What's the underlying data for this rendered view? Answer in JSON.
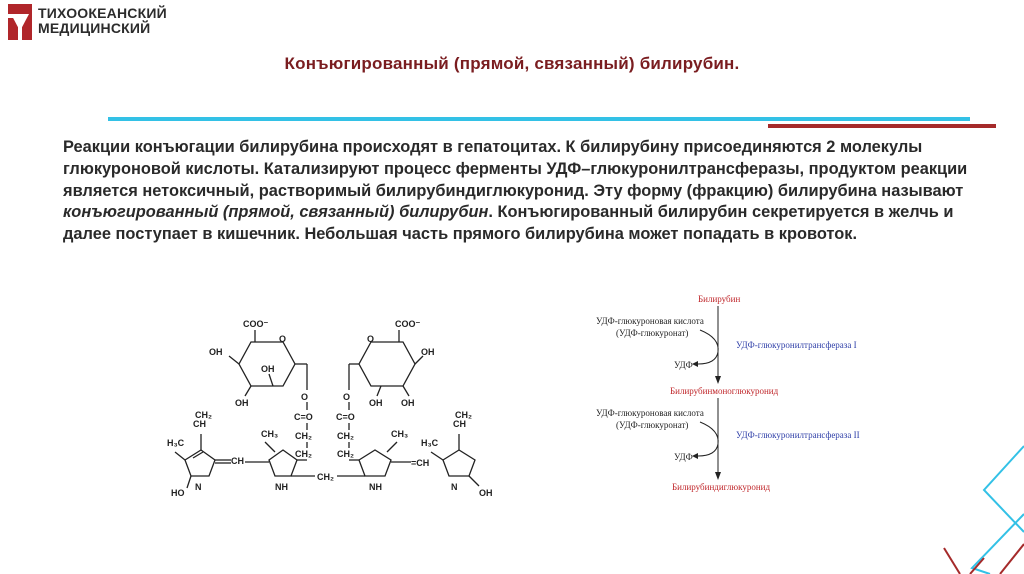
{
  "logo": {
    "line1": "ТИХООКЕАНСКИЙ",
    "line2": "МЕДИЦИНСКИЙ"
  },
  "title": "Конъюгированный (прямой, связанный) билирубин.",
  "body": {
    "p1": "Реакции конъюгации билирубина происходят в гепатоцитах. К билирубину присоединяются  2 молекулы глюкуроновой кислоты. Катализируют процесс ферменты УДФ–глюкуронилтрансферазы, продуктом реакции является нетоксичный, растворимый  билирубиндиглюкуронид. Эту форму (фракцию) билирубина называют ",
    "italic": "конъюгированный (прямой, связанный) билирубин",
    "p2": ". Конъюгированный билирубин секретируется в желчь и далее поступает в кишечник. Небольшая часть прямого билирубина может попадать в кровоток."
  },
  "structure": {
    "labels": {
      "coo": "COO⁻",
      "oh": "OH",
      "o": "O",
      "co": "C=O",
      "ch2": "CH₂",
      "ch3": "H₃C",
      "ch3r": "CH₃",
      "ch": "CH",
      "eq": "‖",
      "ho": "HO",
      "nh": "NH",
      "ch_eq": "=CH",
      "ch2_bridge": "CH₂"
    }
  },
  "scheme": {
    "bilirubin": "Билирубин",
    "udpg1": "УДФ-глюкуроновая кислота",
    "udpg1b": "(УДФ-глюкуронат)",
    "udp1": "УДФ",
    "enzyme1": "УДФ-глюкуронилтрансфераза I",
    "mono": "Билирубинмоноглюкуронид",
    "udpg2": "УДФ-глюкуроновая кислота",
    "udpg2b": "(УДФ-глюкуронат)",
    "udp2": "УДФ",
    "enzyme2": "УДФ-глюкуронилтрансфераза II",
    "di": "Билирубиндиглюкуронид"
  },
  "colors": {
    "title": "#7a1d20",
    "rule_blue": "#33c1e6",
    "rule_red": "#a52a2a",
    "scheme_red": "#c0282c",
    "scheme_blue": "#2f3fa8"
  }
}
